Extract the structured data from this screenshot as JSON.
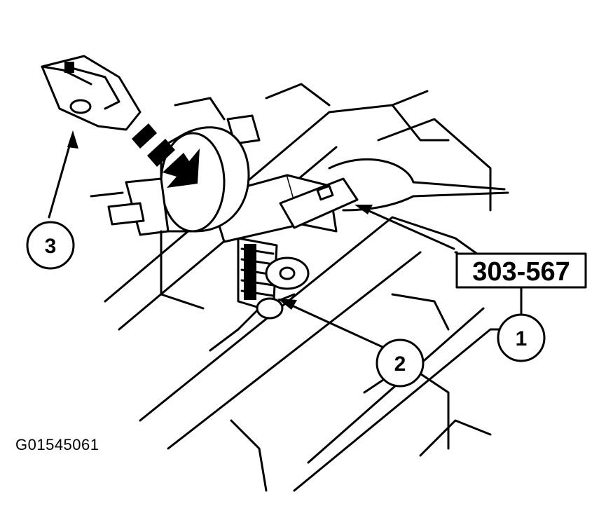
{
  "figure_id": "G01545061",
  "tool_label": "303-567",
  "callouts": [
    {
      "number": "1",
      "target": "tool-303-567"
    },
    {
      "number": "2",
      "target": "rocker-arm-pivot"
    },
    {
      "number": "3",
      "target": "rocker-arm"
    }
  ],
  "colors": {
    "ink": "#000000",
    "paper": "#ffffff"
  }
}
